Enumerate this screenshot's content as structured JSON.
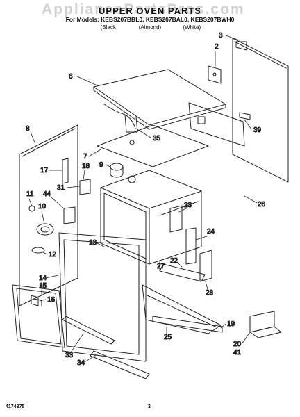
{
  "watermark": "AppliancePartsPros.com",
  "header": {
    "title": "UPPER OVEN PARTS",
    "models": "For Models: KEBS207BBL0, KEBS207BAL0, KEBS207BWH0",
    "colors": [
      "(Black",
      "(Almond)",
      "(White)"
    ]
  },
  "callouts": [
    "3",
    "2",
    "6",
    "39",
    "35",
    "8",
    "7",
    "9",
    "18",
    "17",
    "31",
    "11",
    "44",
    "10",
    "23",
    "24",
    "26",
    "13",
    "12",
    "22",
    "14",
    "27",
    "15",
    "16",
    "28",
    "25",
    "19",
    "20",
    "41",
    "33",
    "34"
  ],
  "footer": {
    "part_number": "4174375",
    "page_number": "3"
  }
}
